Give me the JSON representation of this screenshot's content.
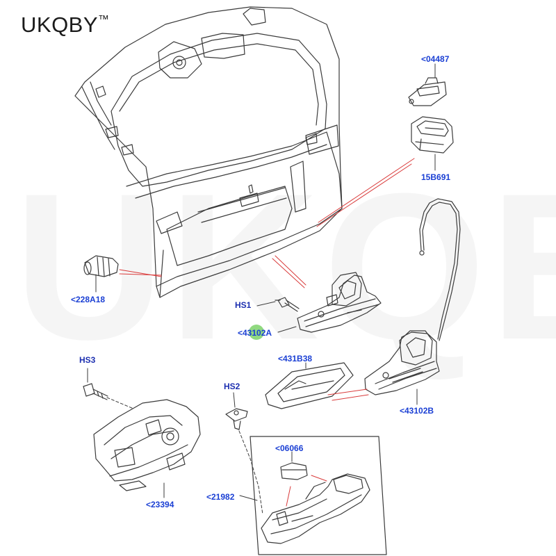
{
  "brand": {
    "text": "UKQBY",
    "tm": "™"
  },
  "watermark": {
    "text": "UKQBY™"
  },
  "labels": {
    "p04487": "<04487",
    "p15B691": "15B691",
    "p228A18": "<228A18",
    "hs1": "HS1",
    "p43102A": "<43102A",
    "hs3": "HS3",
    "p431B38": "<431B38",
    "hs2": "HS2",
    "p43102B": "<43102B",
    "p06066": "<06066",
    "p23394": "<23394",
    "p21982": "<21982"
  },
  "colors": {
    "label": "#1a3fd4",
    "leader": "#d93a3a",
    "linework": "#3a3a3a",
    "hotspot": "#7cd26a"
  }
}
